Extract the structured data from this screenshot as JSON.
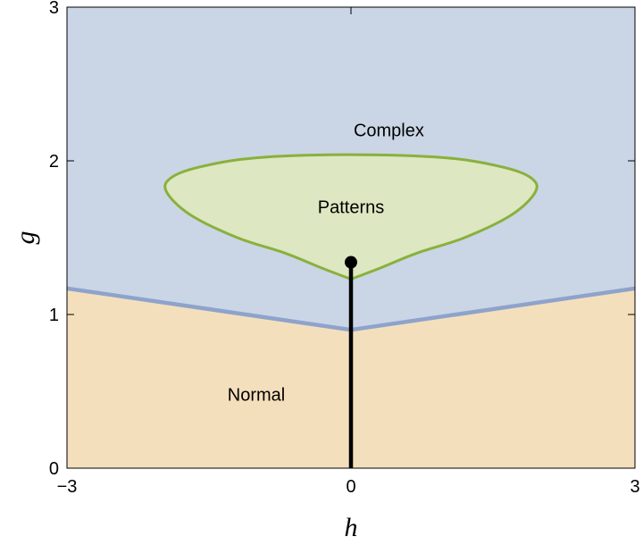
{
  "chart_data": {
    "type": "area",
    "title": "",
    "xlabel": "h",
    "ylabel": "g",
    "xlim": [
      -3,
      3
    ],
    "ylim": [
      0,
      3
    ],
    "xticks": [
      -3,
      0,
      3
    ],
    "xtick_labels": [
      "−3",
      "0",
      "3"
    ],
    "yticks": [
      0,
      1,
      2,
      3
    ],
    "ytick_labels": [
      "0",
      "1",
      "2",
      "3"
    ],
    "grid": false,
    "regions": [
      {
        "name": "Complex",
        "label_at": {
          "x": 0.4,
          "y": 2.2
        },
        "color": "#cad6e5"
      },
      {
        "name": "Patterns",
        "label_at": {
          "x": 0.0,
          "y": 1.7
        },
        "color": "#dde7c1",
        "edge_color": "#8ab03d"
      },
      {
        "name": "Normal",
        "label_at": {
          "x": -1.0,
          "y": 0.48
        },
        "color": "#f4dfbd"
      }
    ],
    "boundary": {
      "name": "Normal–Complex boundary",
      "color": "#8ea3cc",
      "x": [
        -3,
        0,
        3
      ],
      "y": [
        1.17,
        0.9,
        1.17
      ]
    },
    "patterns_boundary": {
      "color": "#8ab03d",
      "x": [
        -1.95,
        -1.7,
        -1.2,
        -0.7,
        -0.3,
        0,
        0.3,
        0.7,
        1.2,
        1.7,
        1.95,
        1.9,
        1.6,
        1.0,
        0,
        -1.0,
        -1.6,
        -1.9,
        -1.95
      ],
      "y": [
        1.8,
        1.65,
        1.5,
        1.4,
        1.3,
        1.23,
        1.3,
        1.4,
        1.5,
        1.65,
        1.8,
        1.89,
        1.96,
        2.02,
        2.04,
        2.02,
        1.96,
        1.89,
        1.8
      ]
    },
    "line": {
      "x": [
        0,
        0
      ],
      "y": [
        0,
        1.34
      ],
      "color": "#000000"
    },
    "point": {
      "x": 0,
      "y": 1.34,
      "color": "#000000"
    }
  }
}
